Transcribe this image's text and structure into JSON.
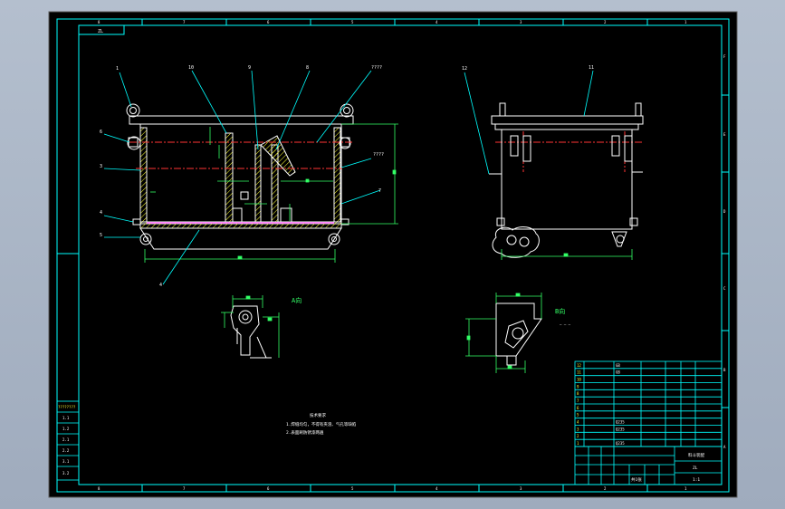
{
  "drawing": {
    "title_tag": "ZL",
    "colors": {
      "background": "#000000",
      "frame": "#00ffff",
      "part": "#ffffff",
      "centerline": "#ff3333",
      "dimension": "#33ff66",
      "hatch": "#ffff33",
      "fill_region": "#ff66ff"
    },
    "zone_numbers_top": [
      "8",
      "7",
      "6",
      "5",
      "4",
      "3",
      "2",
      "1"
    ],
    "zone_numbers_bottom": [
      "8",
      "7",
      "6",
      "5",
      "4",
      "3",
      "2",
      "1"
    ],
    "zone_letters_right": [
      "F",
      "E",
      "D",
      "C",
      "B",
      "A"
    ],
    "balloons_front": [
      "1",
      "10",
      "9",
      "8",
      "????",
      "6",
      "3",
      "4",
      "5",
      "7",
      "????",
      "4"
    ],
    "balloons_side": [
      "12",
      "11"
    ],
    "detail_labels": [
      "A向",
      "B向"
    ],
    "notes": {
      "heading": "技术要求",
      "line1": "1.焊缝均匀，不得有夹渣、气孔等缺陷",
      "line2": "2.表面刷防锈漆两遍"
    },
    "left_table_rows": [
      "????????",
      "1.1",
      "1.2",
      "2.1",
      "2.2",
      "3.1",
      "3.2"
    ],
    "bom_rows": [
      [
        "12",
        "GB",
        "",
        "",
        ""
      ],
      [
        "11",
        "GB",
        "",
        "",
        ""
      ],
      [
        "10",
        "",
        "",
        "",
        ""
      ],
      [
        "9",
        "",
        "",
        "",
        ""
      ],
      [
        "8",
        "",
        "",
        "",
        ""
      ],
      [
        "7",
        "",
        "",
        "",
        ""
      ],
      [
        "6",
        "",
        "",
        "",
        ""
      ],
      [
        "5",
        "",
        "",
        "",
        ""
      ],
      [
        "4",
        "Q235",
        "",
        "",
        ""
      ],
      [
        "3",
        "Q235",
        "",
        "",
        ""
      ],
      [
        "2",
        "",
        "",
        "",
        ""
      ],
      [
        "1",
        "Q235",
        "",
        "",
        ""
      ]
    ],
    "title_block": {
      "name": "料斗装配",
      "code": "ZL",
      "scale": "1:1",
      "sheet": "共1张"
    }
  }
}
